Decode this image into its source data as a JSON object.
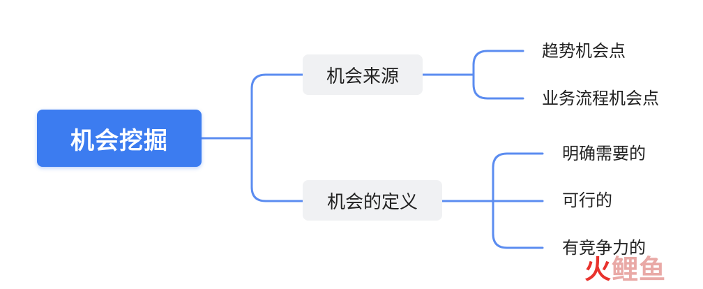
{
  "mindmap": {
    "root": {
      "label": "机会挖掘"
    },
    "branches": [
      {
        "label": "机会来源",
        "children": [
          "趋势机会点",
          "业务流程机会点"
        ]
      },
      {
        "label": "机会的定义",
        "children": [
          "明确需要的",
          "可行的",
          "有竞争力的"
        ]
      }
    ]
  },
  "colors": {
    "root_bg": "#3c7cf0",
    "connector": "#5b8cf0",
    "branch_bg": "#f0f1f3",
    "watermark_red": "#e8322d"
  },
  "watermark": {
    "first": "火",
    "rest": "鲤鱼"
  }
}
